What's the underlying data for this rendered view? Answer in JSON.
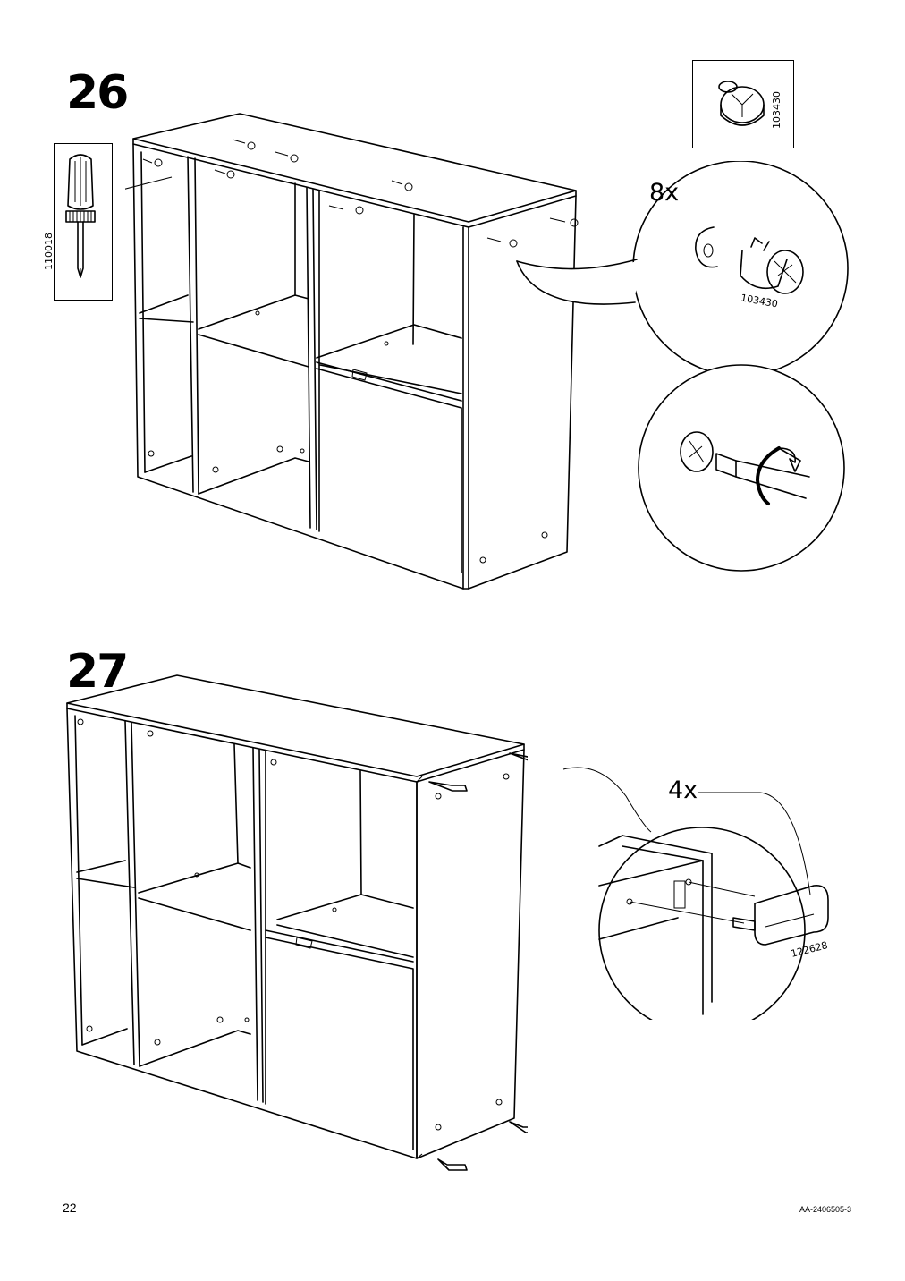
{
  "steps": [
    {
      "number": "26",
      "tool": {
        "icon": "screwdriver-icon",
        "part_number": "110018"
      },
      "fitting": {
        "icon": "cam-lock-icon",
        "part_number": "103430"
      },
      "detail": {
        "quantity": "8x",
        "part_number": "103430"
      }
    },
    {
      "number": "27",
      "detail": {
        "quantity": "4x",
        "part_number": "122628"
      }
    }
  ],
  "footer": {
    "page_number": "22",
    "document_code": "AA-2406505-3"
  }
}
